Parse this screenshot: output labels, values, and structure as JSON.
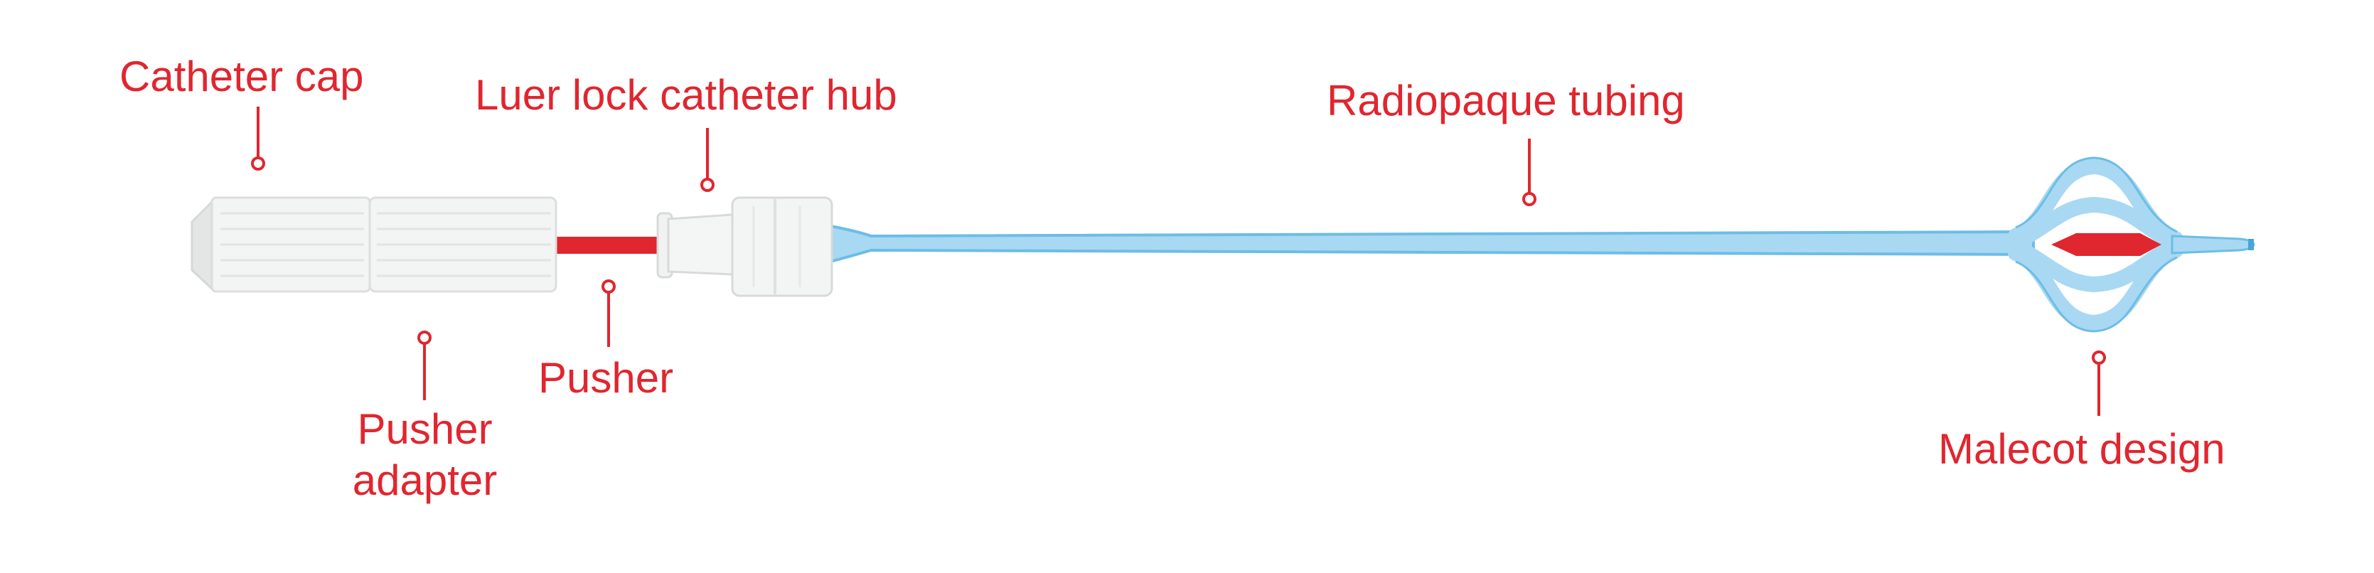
{
  "colors": {
    "label": "#e0262f",
    "tubing": "#a9d8f2",
    "tubing_outline": "#6cbde6",
    "cap": "#f3f4f4",
    "cap_shade": "#dfe1e1",
    "pusher": "#e0262f"
  },
  "labels": {
    "catheter_cap": "Catheter cap",
    "luer_lock_hub": "Luer lock catheter hub",
    "radiopaque_tubing": "Radiopaque tubing",
    "pusher": "Pusher",
    "pusher_adapter_line1": "Pusher",
    "pusher_adapter_line2": "adapter",
    "malecot_design": "Malecot design"
  }
}
